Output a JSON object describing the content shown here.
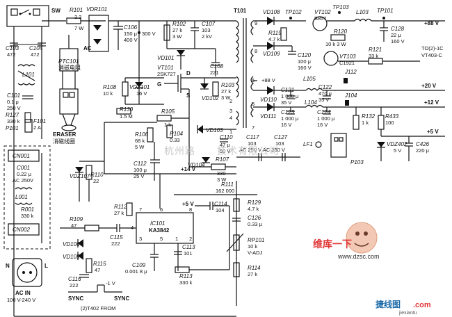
{
  "labels": {
    "sw": "SW",
    "r101": "R101",
    "r101_val": "2.2",
    "r101_p": "7 W",
    "vdr101": "VDR101",
    "ac": "AC",
    "c106": "C106",
    "c106_v1": "150 μ",
    "c106_v2": "400 V",
    "v300": "300 V",
    "ptc101": "PTC101",
    "ptc_cn": "消磁电阻",
    "eraser": "ERASER",
    "eraser_cn": "消磁线圈",
    "c103": "C103",
    "c103_v": "472",
    "c104": "C104",
    "c104_v": "472",
    "l101": "L101",
    "c101": "C101",
    "c101_v1": "0.1 μ",
    "c101_v2": "250 V",
    "r127": "R127",
    "r127_v": "330 k",
    "p101": "P101",
    "f101": "F101",
    "f101_v": "2 A",
    "cn001": "CN001",
    "c001": "C001",
    "c001_v1": "0.22 μ",
    "c001_v2": "AC 250V",
    "l001": "L001",
    "r001": "R001",
    "r001_v": "330 k",
    "cn002": "CN002",
    "n": "N",
    "l": "L",
    "acin": "AC IN",
    "acin_v": "100 V-240 V",
    "r102": "R102",
    "r102_v1": "27 k",
    "r102_v2": "3 W",
    "c107": "C107",
    "c107_v1": "103",
    "c107_v2": "2 kV",
    "vd101": "VD101",
    "vt101": "VT101",
    "vt101_v": "2SK727",
    "c108": "C108",
    "c108_v": "221",
    "r108": "R108",
    "r108_v": "10 k",
    "vdz101": "VDZ101",
    "vdz101_v": "16 V",
    "g": "G",
    "d": "D",
    "s": "S",
    "r103": "R103",
    "r103_v1": "27 k",
    "r103_v2": "3 W",
    "vd102": "VD102",
    "r130": "R130",
    "r130_v": "1.5 M",
    "r105": "R105",
    "r105_v": "1 k",
    "r106": "R106",
    "r106_v1": "68 k",
    "r106_v2": "5 W",
    "r104": "R104",
    "r104_v": "0.33",
    "vd103": "VD103",
    "c110": "C110",
    "c110_v1": "47 μ",
    "c110_v2": "50 V",
    "c117": "C117",
    "c117_v": "103",
    "c127": "C127",
    "c127_v": "103",
    "c117_ac": "AC 250 V AC 250 V",
    "vd104": "VD104",
    "r107": "R107",
    "r107_v1": "330",
    "r107_v2": "3 W",
    "c112": "C112",
    "c112_v1": "100 μ",
    "c112_v2": "25 V",
    "vdz107": "VDZ107",
    "r110": "R110",
    "r110_v": "22",
    "t101": "T101",
    "vd108": "VD108",
    "tp102": "TP102",
    "vt102": "VT102",
    "vt102_v": "B857",
    "tp103": "TP103",
    "l103": "L103",
    "tp101": "TP101",
    "v88": "+88 V",
    "r119": "R119",
    "r119_v": "4.7 k",
    "r120": "R120",
    "r120_v": "10 k 3 W",
    "c128": "C128",
    "c128_v1": "22 μ",
    "c128_v2": "160 V",
    "vd109": "VD109",
    "c120": "C120",
    "c120_v1": "100 μ",
    "c120_v2": "160 V",
    "vt103": "VT103",
    "vt103_v": "C1921",
    "r121": "R121",
    "r121_v": "33 k",
    "to": "TO(2)-1C",
    "to2": "VT403-C",
    "v88b": "+88 V",
    "vd110": "VD110",
    "c121": "C121",
    "c121_v1": "1 000 μ",
    "c121_v2": "35 V",
    "l105": "L105",
    "c122": "C122",
    "c122_v1": "470 μ",
    "c122_v2": "35 V",
    "j112": "J112",
    "v20": "+20 V",
    "vd111": "VD111",
    "c123": "C123",
    "c123_v1": "1 000 μ",
    "c123_v2": "16 V",
    "l104": "L104",
    "c124": "C124",
    "c124_v1": "1 000 μ",
    "c124_v2": "16 V",
    "j104": "J104",
    "v12": "+12 V",
    "r132": "R132",
    "r132_v": "1 k",
    "r433": "R433",
    "r433_v": "100",
    "v5": "+5 V",
    "lf1": "LF1",
    "p103": "P103",
    "vdz402": "VDZ402",
    "vdz402_v": "5 V",
    "c426": "C426",
    "c426_v": "220 μ",
    "v14": "+14 V",
    "r111": "R111",
    "r111_v": "162 000",
    "r129": "R129",
    "r129_v": "4.7 k",
    "v5b": "+5 V",
    "c114": "C114",
    "c114_v": "104",
    "r112": "R112",
    "r112_v": "27 k",
    "ic101": "IC101",
    "ic101_v": "KA3842",
    "r109": "R109",
    "r109_v": "47",
    "c115": "C115",
    "c115_v": "222",
    "c126": "C126",
    "c126_v": "0.33 μ",
    "vd106": "VD106",
    "rp101": "RP101",
    "rp101_v1": "10 k",
    "rp101_v2": "V-ADJ",
    "vd105": "VD105",
    "r115": "R115",
    "r115_v": "47",
    "c113": "C113",
    "c113_v": "101",
    "c109": "C109",
    "c109_v": "0.001 8 μ",
    "c116": "C116",
    "c116_v": "222",
    "r113": "R113",
    "r113_v": "330 k",
    "r114": "R114",
    "r114_v": "27 k",
    "sync1": "SYNC",
    "sync2": "SYNC",
    "from": "(2)T402 FROM",
    "neg1v": "-1 V",
    "pin1": "1",
    "pin2": "2",
    "pin3": "3",
    "pin4": "4",
    "pin5": "5",
    "pin6": "6",
    "pin7": "7",
    "pin8": "8",
    "pin9": "9",
    "ic_p1": "1",
    "ic_p2": "2",
    "ic_p3": "3",
    "ic_p4": "4",
    "ic_p5": "5",
    "ic_p6": "6",
    "ic_p7": "7",
    "ic_p8": "8",
    "watermark": "杭州路",
    "watermark2": "技术有限公司",
    "logo_cn": "维库一下",
    "logo_url": "www.dzsc.com",
    "logo_pin": "捷线图",
    "logo_com": ".com",
    "logo_site": "jiexiantu"
  }
}
